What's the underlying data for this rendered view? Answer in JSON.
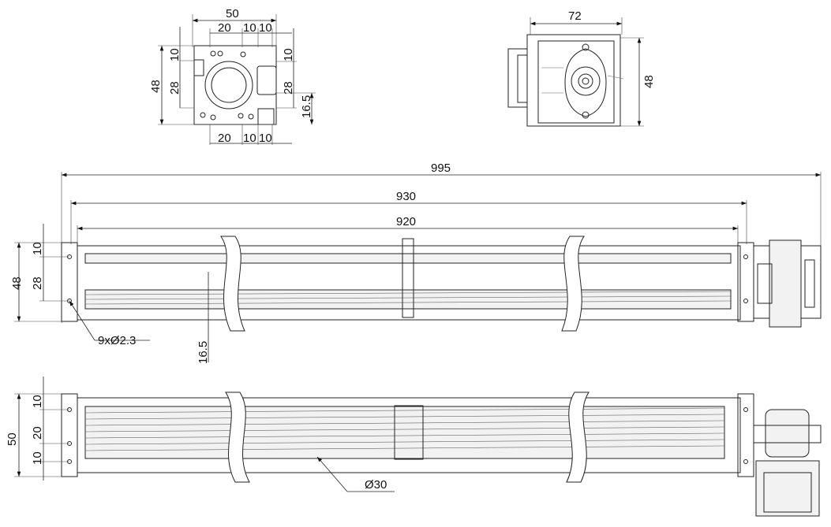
{
  "end_view": {
    "width": "50",
    "top_a": "20",
    "top_b": "10",
    "top_c": "10",
    "bottom_a": "20",
    "bottom_b": "10",
    "bottom_c": "10",
    "height": "48",
    "left_a": "10",
    "left_b": "28",
    "right_a": "10",
    "right_b": "28",
    "right_c": "16.5"
  },
  "motor_view": {
    "width": "72",
    "height": "48"
  },
  "side_view": {
    "overall": "995",
    "mid": "930",
    "inner": "920",
    "height": "48",
    "hole_a": "10",
    "hole_b": "28",
    "holes": "9xØ2.3",
    "offset": "16.5"
  },
  "top_view": {
    "height": "50",
    "hole_a": "10",
    "hole_b": "20",
    "hole_c": "10",
    "rotor_dia": "Ø30"
  }
}
